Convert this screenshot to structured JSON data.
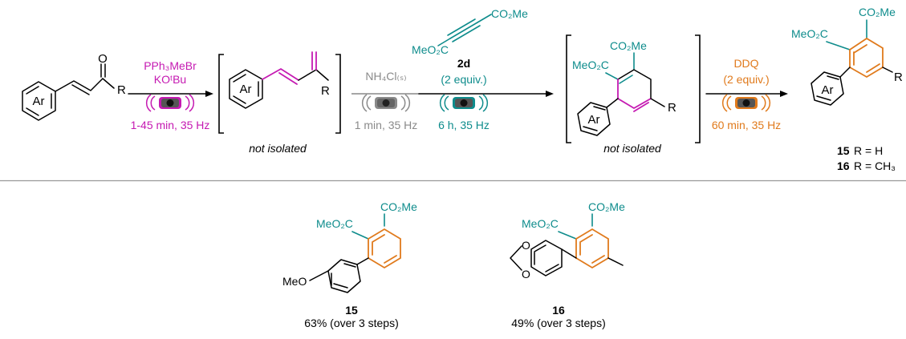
{
  "colors": {
    "magenta": "#c51ab2",
    "grey": "#8a8a8a",
    "teal": "#0e8c8c",
    "orange": "#e07a1c",
    "black": "#000000"
  },
  "labels": {
    "ar": "Ar",
    "r": "R",
    "o": "O",
    "co2me": "CO₂Me",
    "meo2c": "MeO₂C",
    "meo": "MeO",
    "meo_o": "O"
  },
  "step1": {
    "reagent1": "PPh₃MeBr",
    "reagent2": "KOᵗBu",
    "conditions": "1-45 min, 35 Hz"
  },
  "intermediate1": {
    "note": "not isolated"
  },
  "step2": {
    "reagent": "NH₄Cl₍ₛ₎",
    "conditions": "1 min, 35 Hz"
  },
  "step3": {
    "compound": "2d",
    "equiv": "(2 equiv.)",
    "conditions": "6 h, 35 Hz"
  },
  "intermediate2": {
    "note": "not isolated"
  },
  "step4": {
    "reagent": "DDQ",
    "equiv": "(2 equiv.)",
    "conditions": "60 min, 35 Hz"
  },
  "product_legend": [
    {
      "num": "15",
      "text": "R = H"
    },
    {
      "num": "16",
      "text": "R = CH₃"
    }
  ],
  "products": [
    {
      "num": "15",
      "yield": "63% (over 3 steps)"
    },
    {
      "num": "16",
      "yield": "49% (over 3 steps)"
    }
  ]
}
